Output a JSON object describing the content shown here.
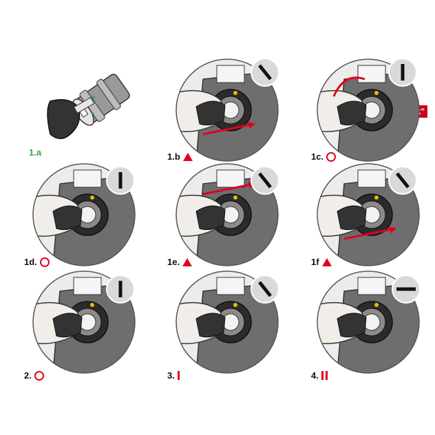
{
  "steps": [
    {
      "id": "1a",
      "label": "1.a",
      "symbol": "none",
      "indicator": "none"
    },
    {
      "id": "1b",
      "label": "1.b",
      "symbol": "triangle",
      "indicator": "slash-right"
    },
    {
      "id": "1c",
      "label": "1c.",
      "symbol": "circle",
      "indicator": "vertical"
    },
    {
      "id": "1d",
      "label": "1d.",
      "symbol": "circle",
      "indicator": "vertical"
    },
    {
      "id": "1e",
      "label": "1e.",
      "symbol": "triangle",
      "indicator": "slash-right"
    },
    {
      "id": "1f",
      "label": "1f",
      "symbol": "triangle",
      "indicator": "slash-right"
    },
    {
      "id": "2",
      "label": "2.",
      "symbol": "circle",
      "indicator": "vertical"
    },
    {
      "id": "3",
      "label": "3.",
      "symbol": "bar",
      "indicator": "slash-right"
    },
    {
      "id": "4",
      "label": "4.",
      "symbol": "double-bar",
      "indicator": "horizontal"
    }
  ],
  "annotation": {
    "clock_label": "\"clock\""
  },
  "colors": {
    "accent_red": "#e3001b",
    "step_green": "#3aa346",
    "disc_gray": "#d9d9d9",
    "body_gray": "#6e6e6e",
    "dark": "#2b2b2b",
    "skin": "#f1eee9"
  }
}
